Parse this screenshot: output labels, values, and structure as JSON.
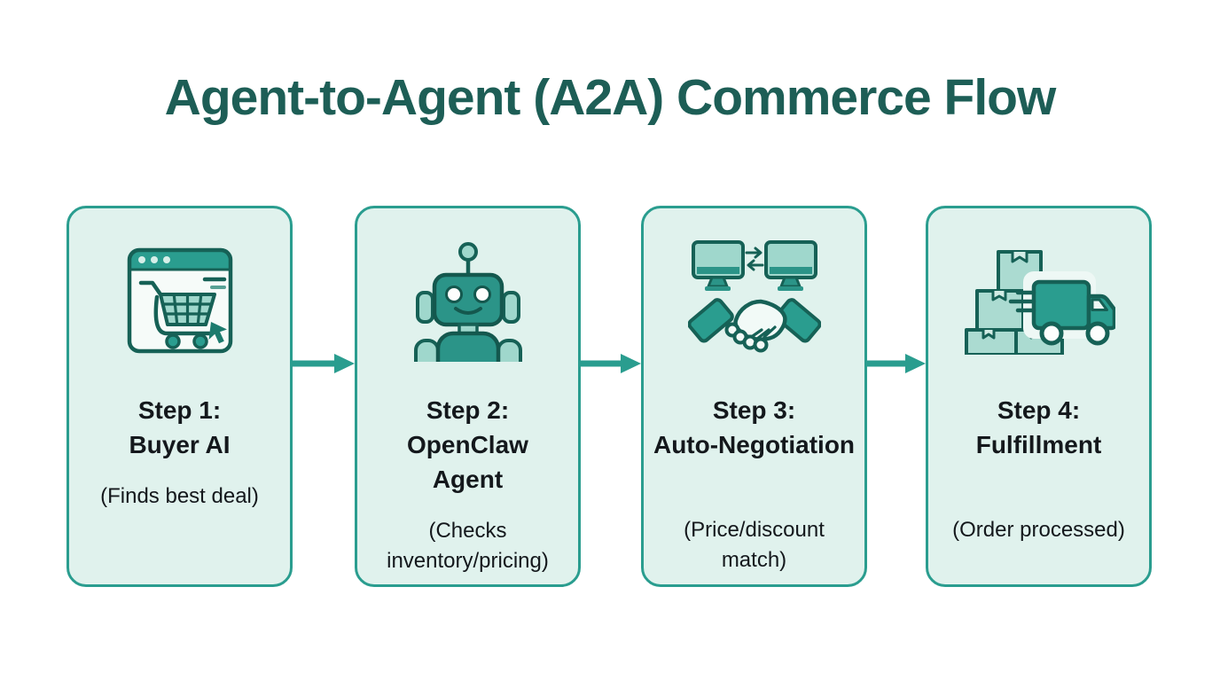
{
  "title": "Agent-to-Agent (A2A) Commerce Flow",
  "colors": {
    "accent_teal": "#2a9d8f",
    "card_background": "#e0f2ed",
    "card_border": "#2a9d8f",
    "heading_text": "#1d5e56",
    "step_text": "#14181c",
    "icon_dark": "#166156",
    "icon_mid": "#2b9488",
    "icon_light": "#9fd7cc"
  },
  "steps": [
    {
      "step_label": "Step 1:",
      "name": "Buyer AI",
      "subtitle": "(Finds best deal)",
      "icon": "shopping-cart-browser-icon"
    },
    {
      "step_label": "Step 2:",
      "name": "OpenClaw Agent",
      "subtitle": "(Checks inventory/pricing)",
      "icon": "robot-agent-icon"
    },
    {
      "step_label": "Step 3:",
      "name": "Auto-Negotiation",
      "subtitle": "(Price/discount match)",
      "icon": "negotiation-handshake-icon"
    },
    {
      "step_label": "Step 4:",
      "name": "Fulfillment",
      "subtitle": "(Order processed)",
      "icon": "delivery-boxes-truck-icon"
    }
  ]
}
